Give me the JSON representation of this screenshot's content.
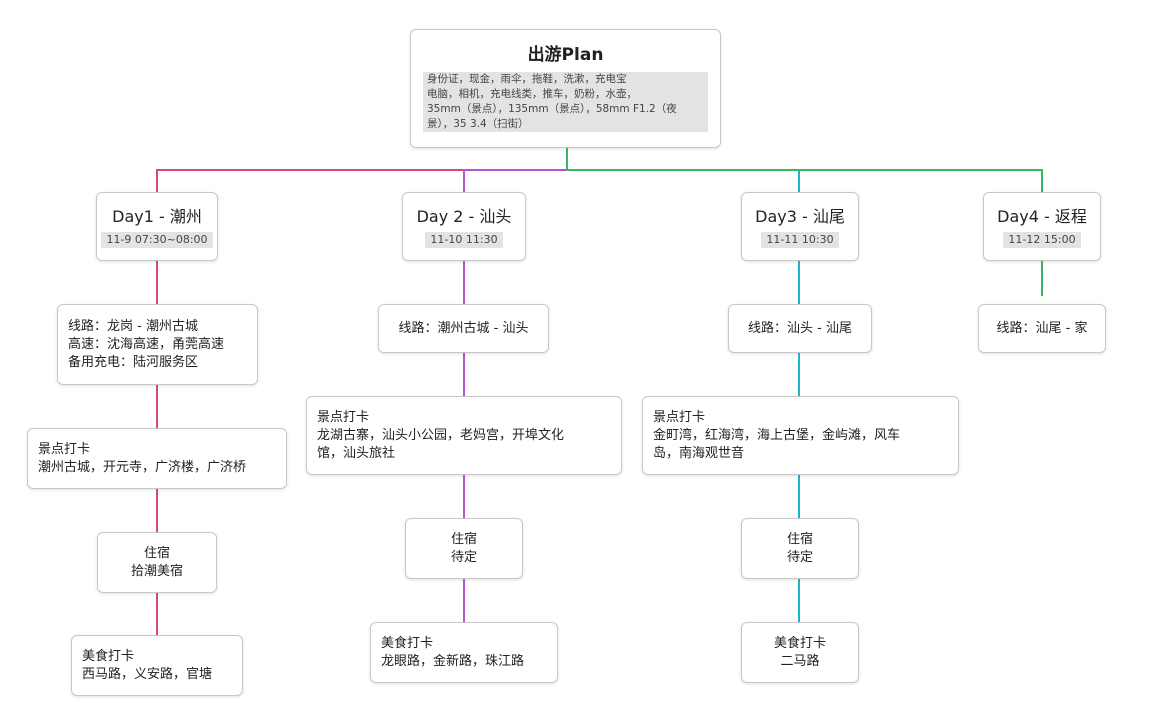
{
  "root": {
    "title": "出游Plan",
    "notes": [
      "身份证，现金，雨伞，拖鞋，洗漱，充电宝",
      "电脑，相机，充电线类，推车，奶粉，水壶，",
      "35mm（景点），135mm（景点），58mm F1.2（夜",
      "景），35 3.4（扫街）"
    ]
  },
  "days": [
    {
      "title": "Day1 - 潮州",
      "date": "11-9 07:30~08:00",
      "route": [
        "线路：龙岗 - 潮州古城",
        "高速：沈海高速，甬莞高速",
        "备用充电：陆河服务区"
      ],
      "spots": [
        "景点打卡",
        "潮州古城，开元寺，广济楼，广济桥"
      ],
      "stay": [
        "住宿",
        "拾潮美宿"
      ],
      "food": [
        "美食打卡",
        "西马路，义安路，官塘"
      ]
    },
    {
      "title": "Day 2 - 汕头",
      "date": "11-10 11:30",
      "route": [
        "线路：潮州古城 - 汕头"
      ],
      "spots": [
        "景点打卡",
        "龙湖古寨，汕头小公园，老妈宫，开埠文化",
        "馆，汕头旅社"
      ],
      "stay": [
        "住宿",
        "待定"
      ],
      "food": [
        "美食打卡",
        "龙眼路，金新路，珠江路"
      ]
    },
    {
      "title": "Day3 - 汕尾",
      "date": "11-11 10:30",
      "route": [
        "线路：汕头 - 汕尾"
      ],
      "spots": [
        "景点打卡",
        "金町湾，红海湾，海上古堡，金屿滩，风车",
        "岛，南海观世音"
      ],
      "stay": [
        "住宿",
        "待定"
      ],
      "food": [
        "美食打卡",
        "二马路"
      ]
    },
    {
      "title": "Day4 - 返程",
      "date": "11-12 15:00",
      "route": [
        "线路：汕尾 - 家"
      ]
    }
  ],
  "colors": {
    "day1": "#d9487c",
    "day2": "#b455d2",
    "day3": "#1fb5c9",
    "day4": "#32b864",
    "trunk": "#32b864"
  }
}
